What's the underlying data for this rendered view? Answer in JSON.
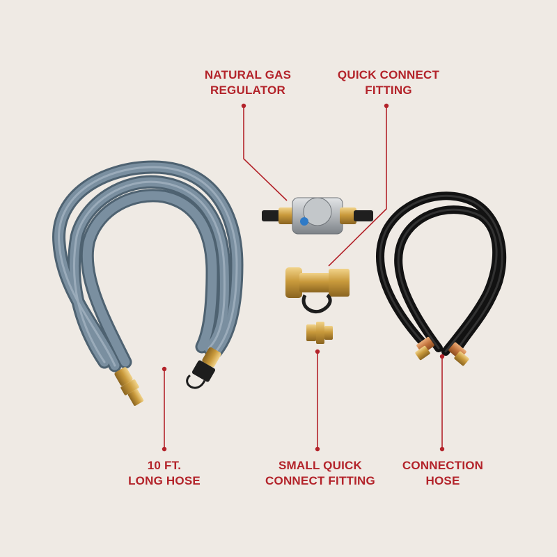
{
  "colors": {
    "background": "#efeae4",
    "label": "#b3232a",
    "gray_hose": "#6f8494",
    "black_hose": "#1e1e1e",
    "brass": "#c99a3c",
    "copper": "#c2733c"
  },
  "labels": {
    "regulator": {
      "line1": "NATURAL GAS",
      "line2": "REGULATOR"
    },
    "quick_connect": {
      "line1": "QUICK CONNECT",
      "line2": "FITTING"
    },
    "long_hose": {
      "line1": "10 FT.",
      "line2": "LONG HOSE"
    },
    "small_fitting": {
      "line1": "SMALL QUICK",
      "line2": "CONNECT FITTING"
    },
    "connection_hose": {
      "line1": "CONNECTION",
      "line2": "HOSE"
    }
  }
}
